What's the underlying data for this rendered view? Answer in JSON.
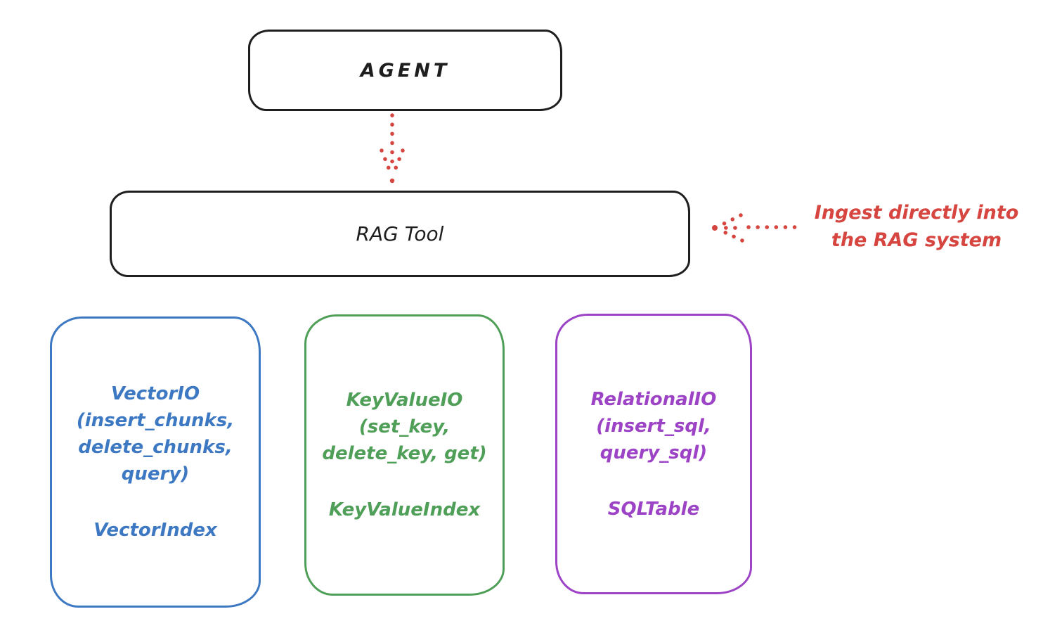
{
  "diagram": {
    "colors": {
      "ink": "#1e1e1e",
      "red": "#d6453f",
      "blue": "#3d78c2",
      "green": "#4f9f58",
      "purple": "#9c43c6",
      "background": "#ffffff"
    },
    "agent_box": {
      "label": "AGENT"
    },
    "rag_tool_box": {
      "label": "RAG Tool"
    },
    "annotation": {
      "line1": "Ingest directly into",
      "line2": "the RAG system"
    },
    "io_boxes": [
      {
        "name": "vector-io",
        "color": "#3d78c2",
        "lines": [
          "VectorIO",
          "(insert_chunks,",
          "delete_chunks,",
          "query)"
        ],
        "index": "VectorIndex"
      },
      {
        "name": "keyvalue-io",
        "color": "#4f9f58",
        "lines": [
          "KeyValueIO",
          "(set_key,",
          "delete_key, get)"
        ],
        "index": "KeyValueIndex"
      },
      {
        "name": "relational-io",
        "color": "#9c43c6",
        "lines": [
          "RelationalIO",
          "(insert_sql,",
          "query_sql)"
        ],
        "index": "SQLTable"
      }
    ]
  }
}
